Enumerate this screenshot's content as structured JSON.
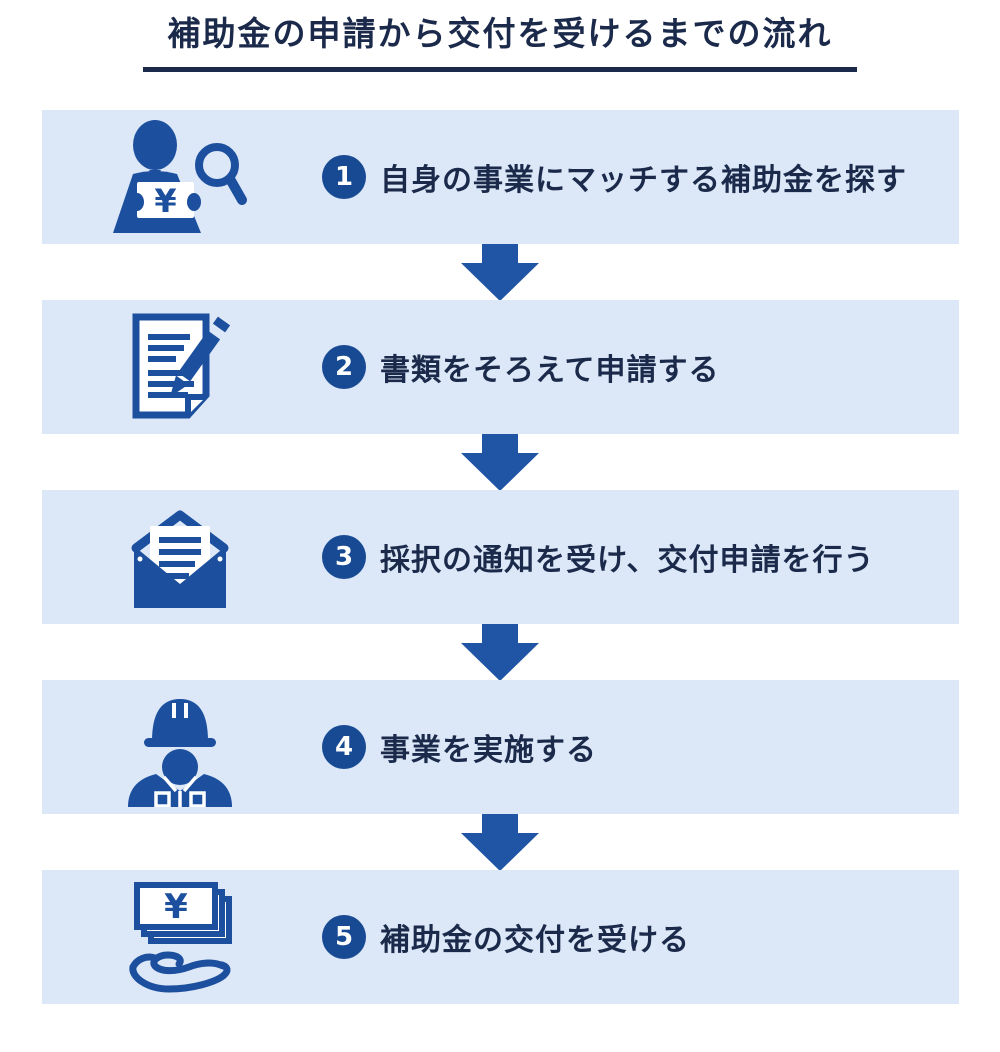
{
  "title": "補助金の申請から交付を受けるまでの流れ",
  "colors": {
    "accent": "#1c4f9e",
    "badge": "#174a93",
    "arrow": "#2055a5",
    "bar_bg": "#dce7f7",
    "navy": "#1b2a4a"
  },
  "icons": {
    "yen_symbol": "¥"
  },
  "steps": [
    {
      "number": "1",
      "label": "自身の事業にマッチする補助金を探す",
      "icon": "person-money-search-icon"
    },
    {
      "number": "2",
      "label": "書類をそろえて申請する",
      "icon": "document-pencil-icon"
    },
    {
      "number": "3",
      "label": "採択の通知を受け、交付申請を行う",
      "icon": "envelope-notice-icon"
    },
    {
      "number": "4",
      "label": "事業を実施する",
      "icon": "construction-worker-icon"
    },
    {
      "number": "5",
      "label": "補助金の交付を受ける",
      "icon": "money-hand-icon"
    }
  ]
}
